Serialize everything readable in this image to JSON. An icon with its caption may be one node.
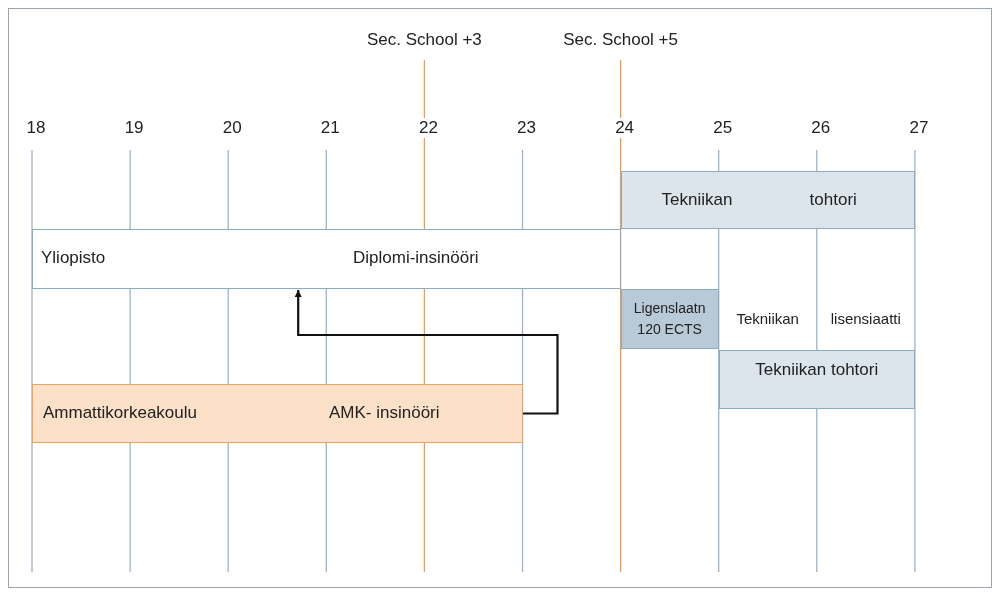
{
  "diagram": {
    "nodes": [
      {
        "text": [
          "Tekniikan",
          "tohtori"
        ]
      },
      {
        "text": [
          "Yliopisto",
          "Diplomi-insinööri"
        ]
      },
      {
        "text": [
          "Ligenslaatn 120 ECTS"
        ]
      },
      {
        "text": [
          "Tekniikan tohtori"
        ]
      },
      {
        "text": [
          "Ammattikorkeakoulu",
          "AMK- insinööri"
        ]
      }
    ],
    "edges": [
      {
        "from": 4,
        "to": 1,
        "arrow": "to"
      }
    ],
    "labels": [
      "Sec. School +3",
      "Sec. School +5",
      "18",
      "19",
      "20",
      "21",
      "22",
      "23",
      "24",
      "25",
      "26",
      "27",
      "Tekniikan",
      "lisensiaatti"
    ]
  }
}
